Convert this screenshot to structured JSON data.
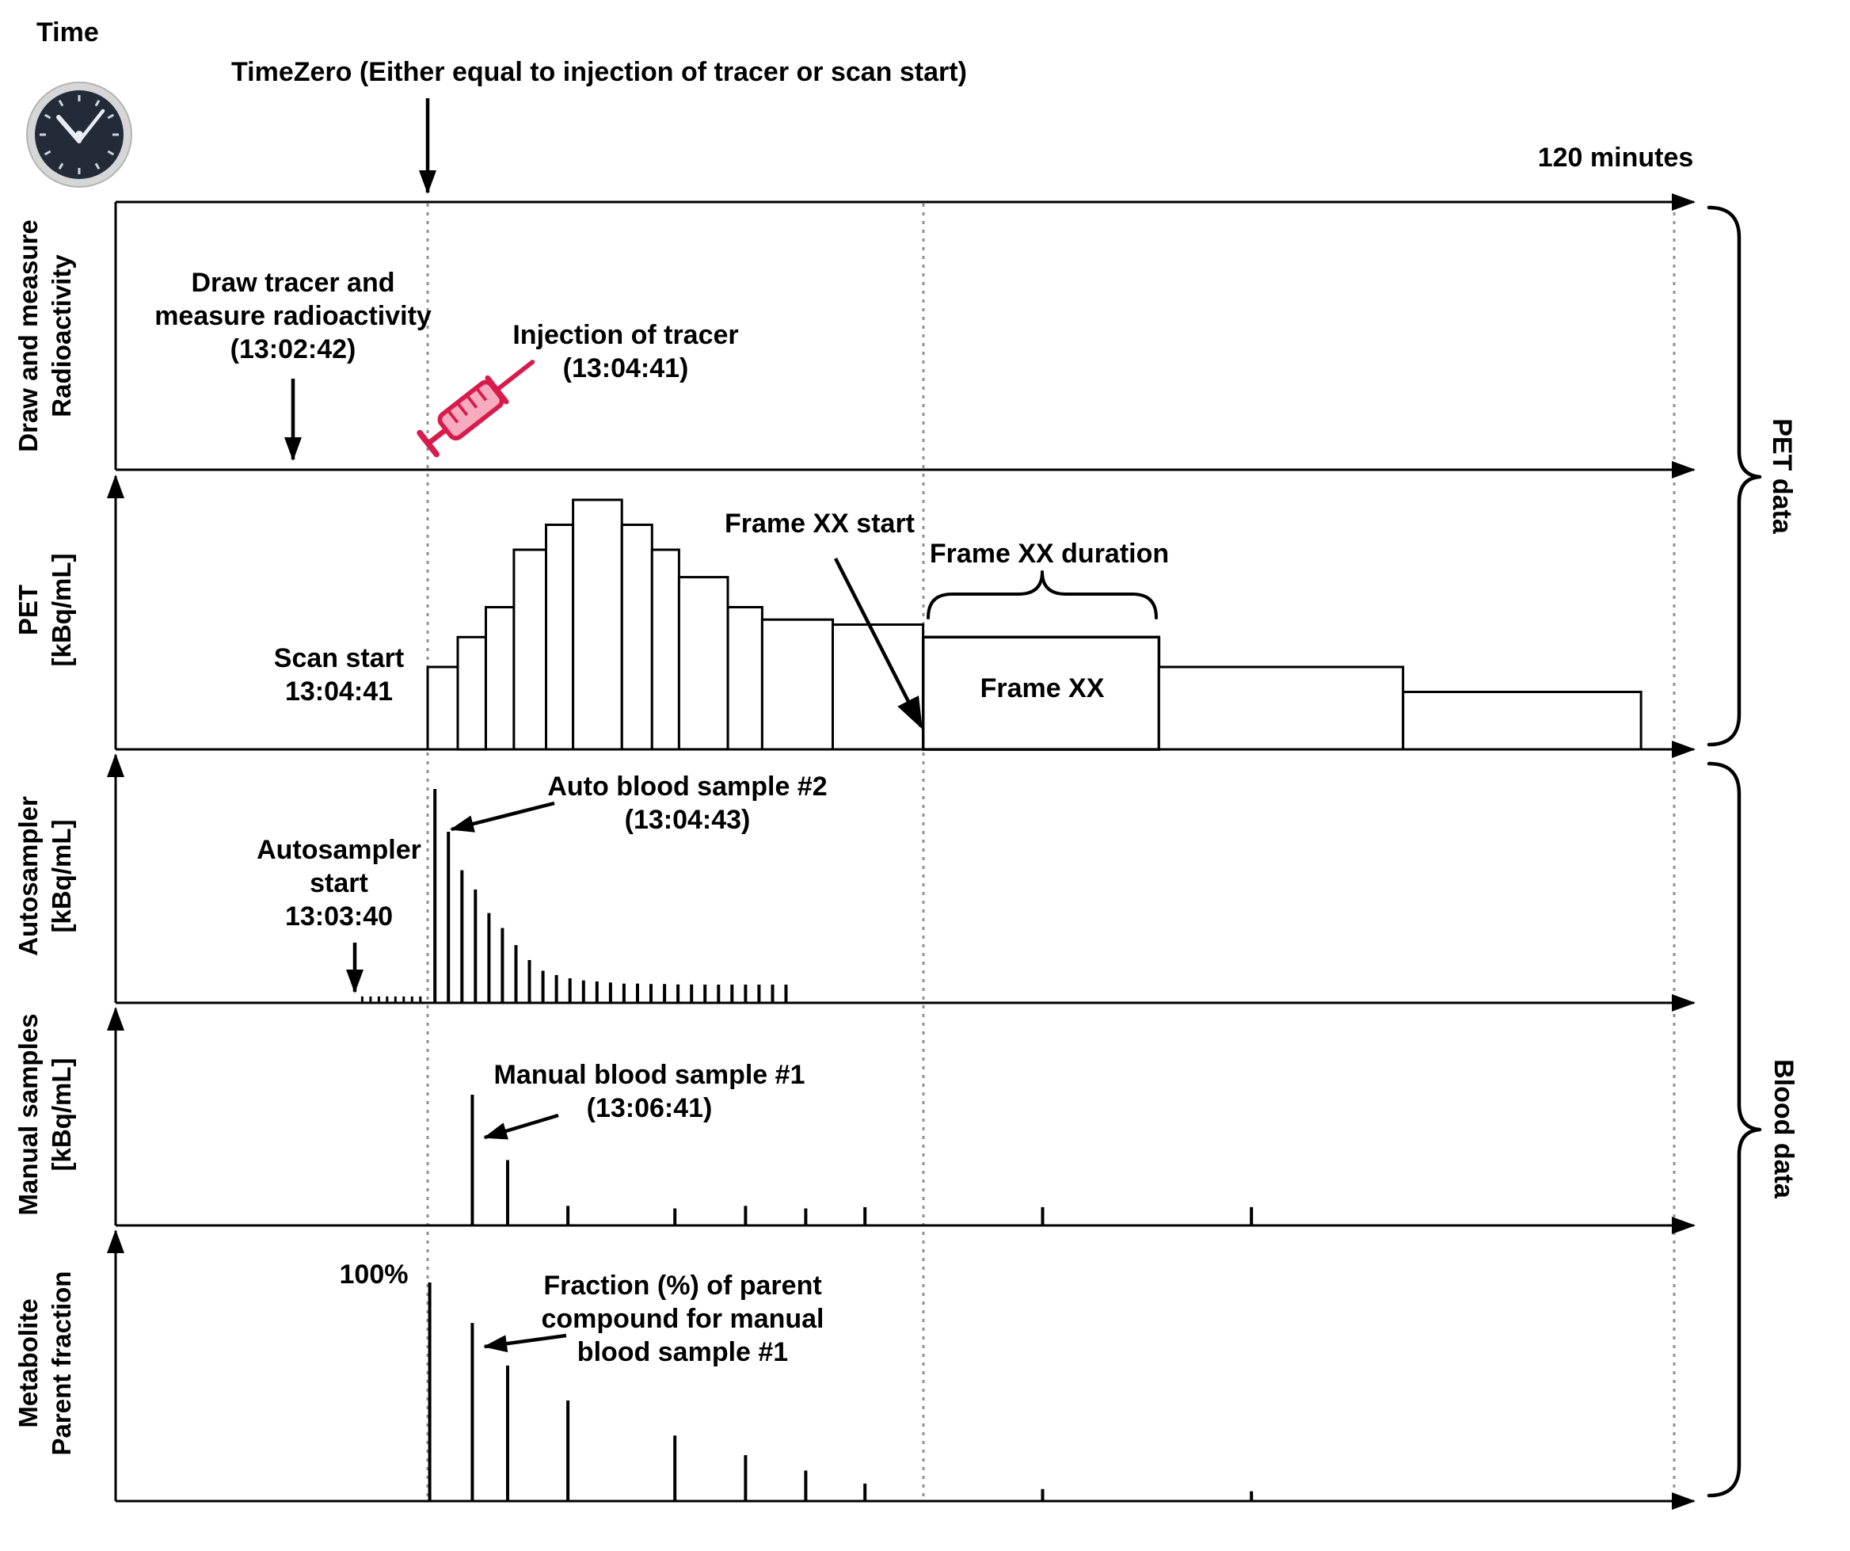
{
  "header": {
    "time_label": "Time",
    "timezero_label": "TimeZero (Either equal to injection of tracer or scan start)",
    "duration_label": "120 minutes"
  },
  "groups": {
    "pet": "PET data",
    "blood": "Blood data"
  },
  "panels": {
    "draw": {
      "axis_label": "Draw and measure\nRadioactivity",
      "draw_note": "Draw tracer and\nmeasure radioactivity\n(13:02:42)",
      "injection_note": "Injection of tracer\n(13:04:41)"
    },
    "pet": {
      "axis_label": "PET\n[kBq/mL]",
      "scan_start_note": "Scan start\n13:04:41",
      "frame_start_note": "Frame XX start",
      "frame_duration_note": "Frame XX duration",
      "frame_label": "Frame XX"
    },
    "autosampler": {
      "axis_label": "Autosampler\n[kBq/mL]",
      "start_note": "Autosampler\nstart\n13:03:40",
      "sample_note": "Auto blood sample #2\n(13:04:43)"
    },
    "manual": {
      "axis_label": "Manual samples\n[kBq/mL]",
      "sample_note": "Manual blood sample #1\n(13:06:41)"
    },
    "metabolite": {
      "axis_label": "Metabolite\nParent fraction",
      "hundred_label": "100%",
      "fraction_note": "Fraction (%) of parent\ncompound for manual\nblood sample #1"
    }
  },
  "colors": {
    "ink": "#000000",
    "accent": "#d81b4a",
    "syringe_fill": "#f6abbe",
    "clock_face": "#232a38",
    "clock_ring": "#d6d6d6",
    "dotted_line": "#909090"
  },
  "icons": [
    {
      "name": "clock-icon",
      "meaning": "time"
    },
    {
      "name": "syringe-icon",
      "meaning": "injection of tracer"
    }
  ],
  "chart_data": {
    "type": "timeline-diagram",
    "time_axis": {
      "start_min": 0,
      "end_min": 120,
      "end_label": "120 minutes",
      "frame_xx_start_min": 47.7,
      "frame_xx_end_min": 70.4
    },
    "pet_frames": [
      {
        "t0": 0.0,
        "t1": 2.9,
        "v": 0.33
      },
      {
        "t0": 2.9,
        "t1": 5.6,
        "v": 0.45
      },
      {
        "t0": 5.6,
        "t1": 8.3,
        "v": 0.57
      },
      {
        "t0": 8.3,
        "t1": 11.4,
        "v": 0.8
      },
      {
        "t0": 11.4,
        "t1": 14.0,
        "v": 0.9
      },
      {
        "t0": 14.0,
        "t1": 18.7,
        "v": 1.0
      },
      {
        "t0": 18.7,
        "t1": 21.6,
        "v": 0.9
      },
      {
        "t0": 21.6,
        "t1": 24.2,
        "v": 0.8
      },
      {
        "t0": 24.2,
        "t1": 28.9,
        "v": 0.69
      },
      {
        "t0": 28.9,
        "t1": 32.2,
        "v": 0.57
      },
      {
        "t0": 32.2,
        "t1": 39.0,
        "v": 0.52
      },
      {
        "t0": 39.0,
        "t1": 47.7,
        "v": 0.5
      },
      {
        "t0": 47.7,
        "t1": 70.4,
        "v": 0.45,
        "label": "Frame XX"
      },
      {
        "t0": 70.4,
        "t1": 93.9,
        "v": 0.33
      },
      {
        "t0": 93.9,
        "t1": 116.8,
        "v": 0.23
      }
    ],
    "frame_xx_index": 12,
    "autosampler_pre_spikes": {
      "t": [
        -6.3,
        -5.5,
        -4.7,
        -3.9,
        -3.1,
        -2.3,
        -1.5,
        -0.7
      ],
      "v": 0.03
    },
    "autosampler_spikes": {
      "t": [
        0.7,
        2.0,
        3.3,
        4.6,
        5.9,
        7.2,
        8.5,
        9.8,
        11.1,
        12.4,
        13.7,
        15.0,
        16.3,
        17.6,
        18.9,
        20.2,
        21.5,
        22.8,
        24.1,
        25.4,
        26.7,
        28.0,
        29.3,
        30.6,
        31.9,
        33.2,
        34.5
      ],
      "v": [
        1.0,
        0.8,
        0.62,
        0.53,
        0.42,
        0.35,
        0.27,
        0.2,
        0.15,
        0.13,
        0.115,
        0.105,
        0.1,
        0.095,
        0.09,
        0.09,
        0.088,
        0.088,
        0.086,
        0.086,
        0.085,
        0.085,
        0.085,
        0.085,
        0.085,
        0.085,
        0.085
      ]
    },
    "manual_spikes": {
      "t": [
        4.3,
        7.7,
        13.5,
        23.8,
        30.6,
        36.4,
        42.1,
        59.2,
        79.3
      ],
      "v": [
        1.0,
        0.5,
        0.15,
        0.13,
        0.15,
        0.13,
        0.14,
        0.14,
        0.14
      ]
    },
    "metabolite_spikes": {
      "t": [
        0.2,
        4.3,
        7.7,
        13.5,
        23.8,
        30.6,
        36.4,
        42.1,
        59.2,
        79.3
      ],
      "v": [
        1.0,
        0.815,
        0.62,
        0.46,
        0.3,
        0.21,
        0.14,
        0.08,
        0.055,
        0.045
      ]
    }
  }
}
